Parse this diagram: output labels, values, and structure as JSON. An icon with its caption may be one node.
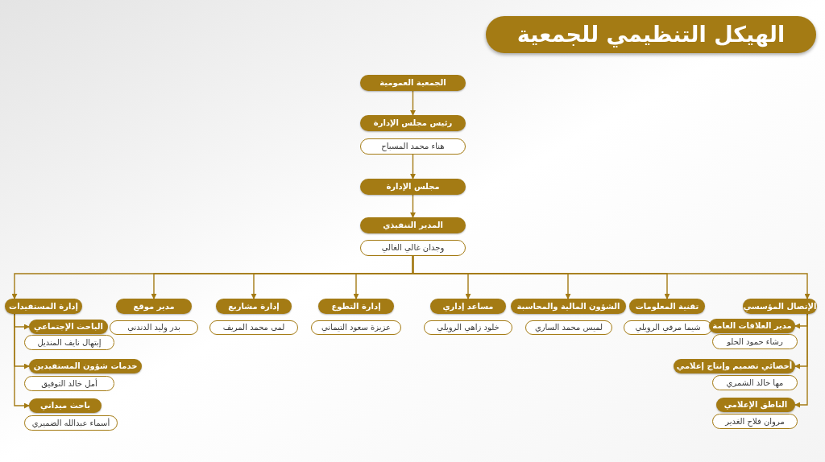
{
  "diagram": {
    "title": "الهيكل التنظيمي للجمعية",
    "nodes": [
      {
        "text": [
          "الجمعية العمومية"
        ]
      },
      {
        "text": [
          "رئيس مجلس الإدارة"
        ]
      },
      {
        "text": [
          "هناء محمد المسباح"
        ]
      },
      {
        "text": [
          "مجلس الإدارة"
        ]
      },
      {
        "text": [
          "المدير التنفيذي"
        ]
      },
      {
        "text": [
          "وجدان غالي الغالي"
        ]
      },
      {
        "text": [
          "الإتصال المؤسسي"
        ]
      },
      {
        "text": [
          "تقنية المعلومات"
        ]
      },
      {
        "text": [
          "شيما مرفي الرويلي"
        ]
      },
      {
        "text": [
          "الشؤون المالية والمحاسبة"
        ]
      },
      {
        "text": [
          "لميس محمد الساري"
        ]
      },
      {
        "text": [
          "مساعد إداري"
        ]
      },
      {
        "text": [
          "خلود زاهي الرويلي"
        ]
      },
      {
        "text": [
          "إدارة التطوع"
        ]
      },
      {
        "text": [
          "عزيزة سعود التيماني"
        ]
      },
      {
        "text": [
          "إدارة مشاريع"
        ]
      },
      {
        "text": [
          "لمى محمد المريف"
        ]
      },
      {
        "text": [
          "مدير موقع"
        ]
      },
      {
        "text": [
          "بدر وليد الدندني"
        ]
      },
      {
        "text": [
          "إدارة المستفيدات"
        ]
      },
      {
        "text": [
          "مدير العلاقات العامة"
        ]
      },
      {
        "text": [
          "رشاء حمود الحلو"
        ]
      },
      {
        "text": [
          "أخصائي تصميم وإنتاج إعلامي"
        ]
      },
      {
        "text": [
          "مها خالد الشمري"
        ]
      },
      {
        "text": [
          "الناطق الإعلامي"
        ]
      },
      {
        "text": [
          "مروان فلاح الغدير"
        ]
      },
      {
        "text": [
          "الباحث الإجتماعي"
        ]
      },
      {
        "text": [
          "إبتهال نايف المنديل"
        ]
      },
      {
        "text": [
          "خدمات شؤون المستفيدين"
        ]
      },
      {
        "text": [
          "أمل خالد التوفيق"
        ]
      },
      {
        "text": [
          "باحث ميداني"
        ]
      },
      {
        "text": [
          "أسماء عبدالله الضميري"
        ]
      }
    ],
    "edges": [
      {
        "from": 0,
        "to": 1,
        "arrow": "to"
      },
      {
        "from": 2,
        "to": 3,
        "arrow": "to"
      },
      {
        "from": 3,
        "to": 4,
        "arrow": "to"
      },
      {
        "from": 5,
        "to": 6,
        "arrow": "to"
      },
      {
        "from": 5,
        "to": 7,
        "arrow": "to"
      },
      {
        "from": 5,
        "to": 9,
        "arrow": "to"
      },
      {
        "from": 5,
        "to": 11,
        "arrow": "to"
      },
      {
        "from": 5,
        "to": 13,
        "arrow": "to"
      },
      {
        "from": 5,
        "to": 15,
        "arrow": "to"
      },
      {
        "from": 5,
        "to": 17,
        "arrow": "to"
      },
      {
        "from": 5,
        "to": 19,
        "arrow": "to"
      },
      {
        "from": 6,
        "to": 20,
        "arrow": "to"
      },
      {
        "from": 6,
        "to": 22,
        "arrow": "to"
      },
      {
        "from": 6,
        "to": 24,
        "arrow": "to"
      },
      {
        "from": 19,
        "to": 26,
        "arrow": "to"
      },
      {
        "from": 19,
        "to": 28,
        "arrow": "to"
      },
      {
        "from": 19,
        "to": 30,
        "arrow": "to"
      }
    ]
  }
}
